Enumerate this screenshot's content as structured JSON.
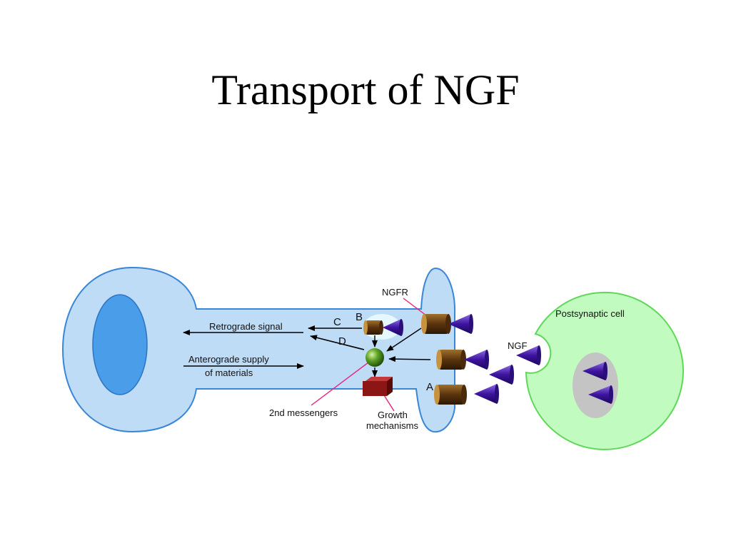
{
  "slide": {
    "title": "Transport of NGF"
  },
  "diagram": {
    "labels": {
      "retrograde": "Retrograde signal",
      "anterograde_1": "Anterograde supply",
      "anterograde_2": "of materials",
      "ngfr": "NGFR",
      "ngf": "NGF",
      "postsynaptic": "Postsynaptic cell",
      "second_messengers": "2nd messengers",
      "growth_1": "Growth",
      "growth_2": "mechanisms",
      "a": "A",
      "b": "B",
      "c": "C",
      "d": "D"
    },
    "colors": {
      "neuron_fill": "#bfdcf7",
      "neuron_stroke": "#3a86d6",
      "nucleus_fill": "#4a9de8",
      "postsynaptic_fill": "#c2fbbf",
      "postsynaptic_stroke": "#5fd85a",
      "vesicle_fill": "#c4c4c4",
      "ngf_fill": "#4b1fa8",
      "receptor_fill": "#6b3f12",
      "messenger_fill": "#4c8d1e",
      "growth_fill": "#8c1515",
      "pointer_line": "#e8207a"
    }
  }
}
